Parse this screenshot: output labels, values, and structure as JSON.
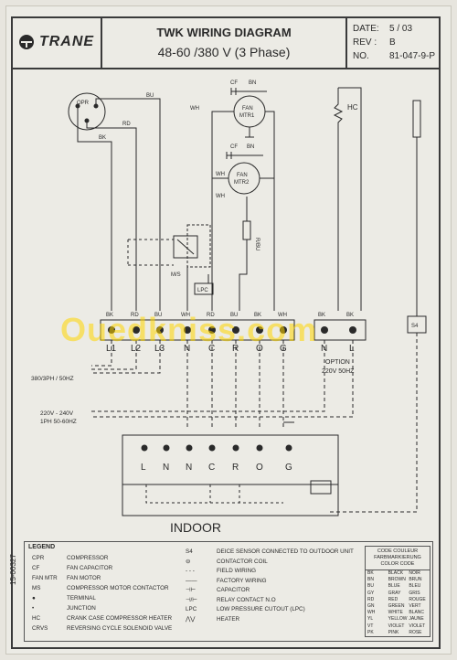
{
  "header": {
    "brand": "TRANE",
    "title": "TWK WIRING DIAGRAM",
    "subtitle": "48-60 /380 V (3 Phase)",
    "date_label": "DATE:",
    "date_value": "5 / 03",
    "rev_label": "REV :",
    "rev_value": "B",
    "no_label": "NO.",
    "no_value": "81-047-9-P"
  },
  "diagram": {
    "opr": "OPR",
    "fan1_caps": [
      "CF",
      "BN"
    ],
    "fan1": [
      "FAN",
      "MTR1"
    ],
    "fan2_caps": [
      "CF",
      "BN"
    ],
    "fan2": [
      "FAN",
      "MTR2"
    ],
    "hc": "HC",
    "wires": {
      "bk": "BK",
      "rd": "RD",
      "bu": "BU",
      "wh": "WH",
      "ms": "M/S",
      "lpc": "LPC",
      "s4": "S4",
      "rbu": "R/BU"
    },
    "outdoor_terminals": [
      "L1",
      "L2",
      "L3",
      "N",
      "C",
      "R",
      "O",
      "G"
    ],
    "top_wire_labels": [
      "BK",
      "RD",
      "BU",
      "WH",
      "RD",
      "BU",
      "BK",
      "WH"
    ],
    "option_terminals": [
      "N",
      "L"
    ],
    "option_wire_labels": [
      "BK",
      "BK"
    ],
    "option_text": [
      "OPTION",
      "220V  50HZ"
    ],
    "supply_3ph": "380/3PH / 50HZ",
    "supply_1ph": [
      "220V - 240V",
      "1PH 50-60HZ"
    ],
    "indoor_terminals": [
      "L",
      "N",
      "N",
      "C",
      "R",
      "O",
      "G"
    ],
    "indoor_label": "INDOOR"
  },
  "legend": {
    "title": "LEGEND",
    "items": [
      {
        "code": "CPR",
        "desc": "COMPRESSOR"
      },
      {
        "code": "CF",
        "desc": "FAN CAPACITOR"
      },
      {
        "code": "FAN MTR",
        "desc": "FAN MOTOR"
      },
      {
        "code": "MS",
        "desc": "COMPRESSOR MOTOR CONTACTOR"
      },
      {
        "code": "●",
        "desc": "TERMINAL"
      },
      {
        "code": "•",
        "desc": "JUNCTION"
      },
      {
        "code": "HC",
        "desc": "CRANK CASE COMPRESSOR HEATER"
      },
      {
        "code": "CRVS",
        "desc": "REVERSING CYCLE SOLENOID VALVE"
      }
    ],
    "items2": [
      {
        "sym": "S4",
        "desc": "DEICE SENSOR CONNECTED TO OUTDOOR UNIT"
      },
      {
        "sym": "⊖",
        "desc": "CONTACTOR COIL"
      },
      {
        "sym": "- - -",
        "desc": "FIELD WIRING"
      },
      {
        "sym": "——",
        "desc": "FACTORY WIRING"
      },
      {
        "sym": "⊣⊢",
        "desc": "CAPACITOR"
      },
      {
        "sym": "⊣/⊢",
        "desc": "RELAY CONTACT N.O"
      },
      {
        "sym": "LPC",
        "desc": "LOW PRESSURE CUTOUT (LPC)"
      },
      {
        "sym": "⋀⋁",
        "desc": "HEATER"
      }
    ],
    "doc_no": "15-00327",
    "color_title": [
      "CODE COULEUR",
      "FARBMARKIERUNG",
      "COLOR CODE"
    ],
    "colors": [
      [
        "BK",
        "BLACK",
        "NOIR"
      ],
      [
        "BN",
        "BROWN",
        "BRUN"
      ],
      [
        "BU",
        "BLUE",
        "BLEU"
      ],
      [
        "GY",
        "GRAY",
        "GRIS"
      ],
      [
        "RD",
        "RED",
        "ROUGE"
      ],
      [
        "GN",
        "GREEN",
        "VERT"
      ],
      [
        "WH",
        "WHITE",
        "BLANC"
      ],
      [
        "YL",
        "YELLOW",
        "JAUNE"
      ],
      [
        "VT",
        "VIOLET",
        "VIOLET"
      ],
      [
        "PK",
        "PINK",
        "ROSE"
      ]
    ]
  },
  "watermark": "Ouedkniss.com"
}
